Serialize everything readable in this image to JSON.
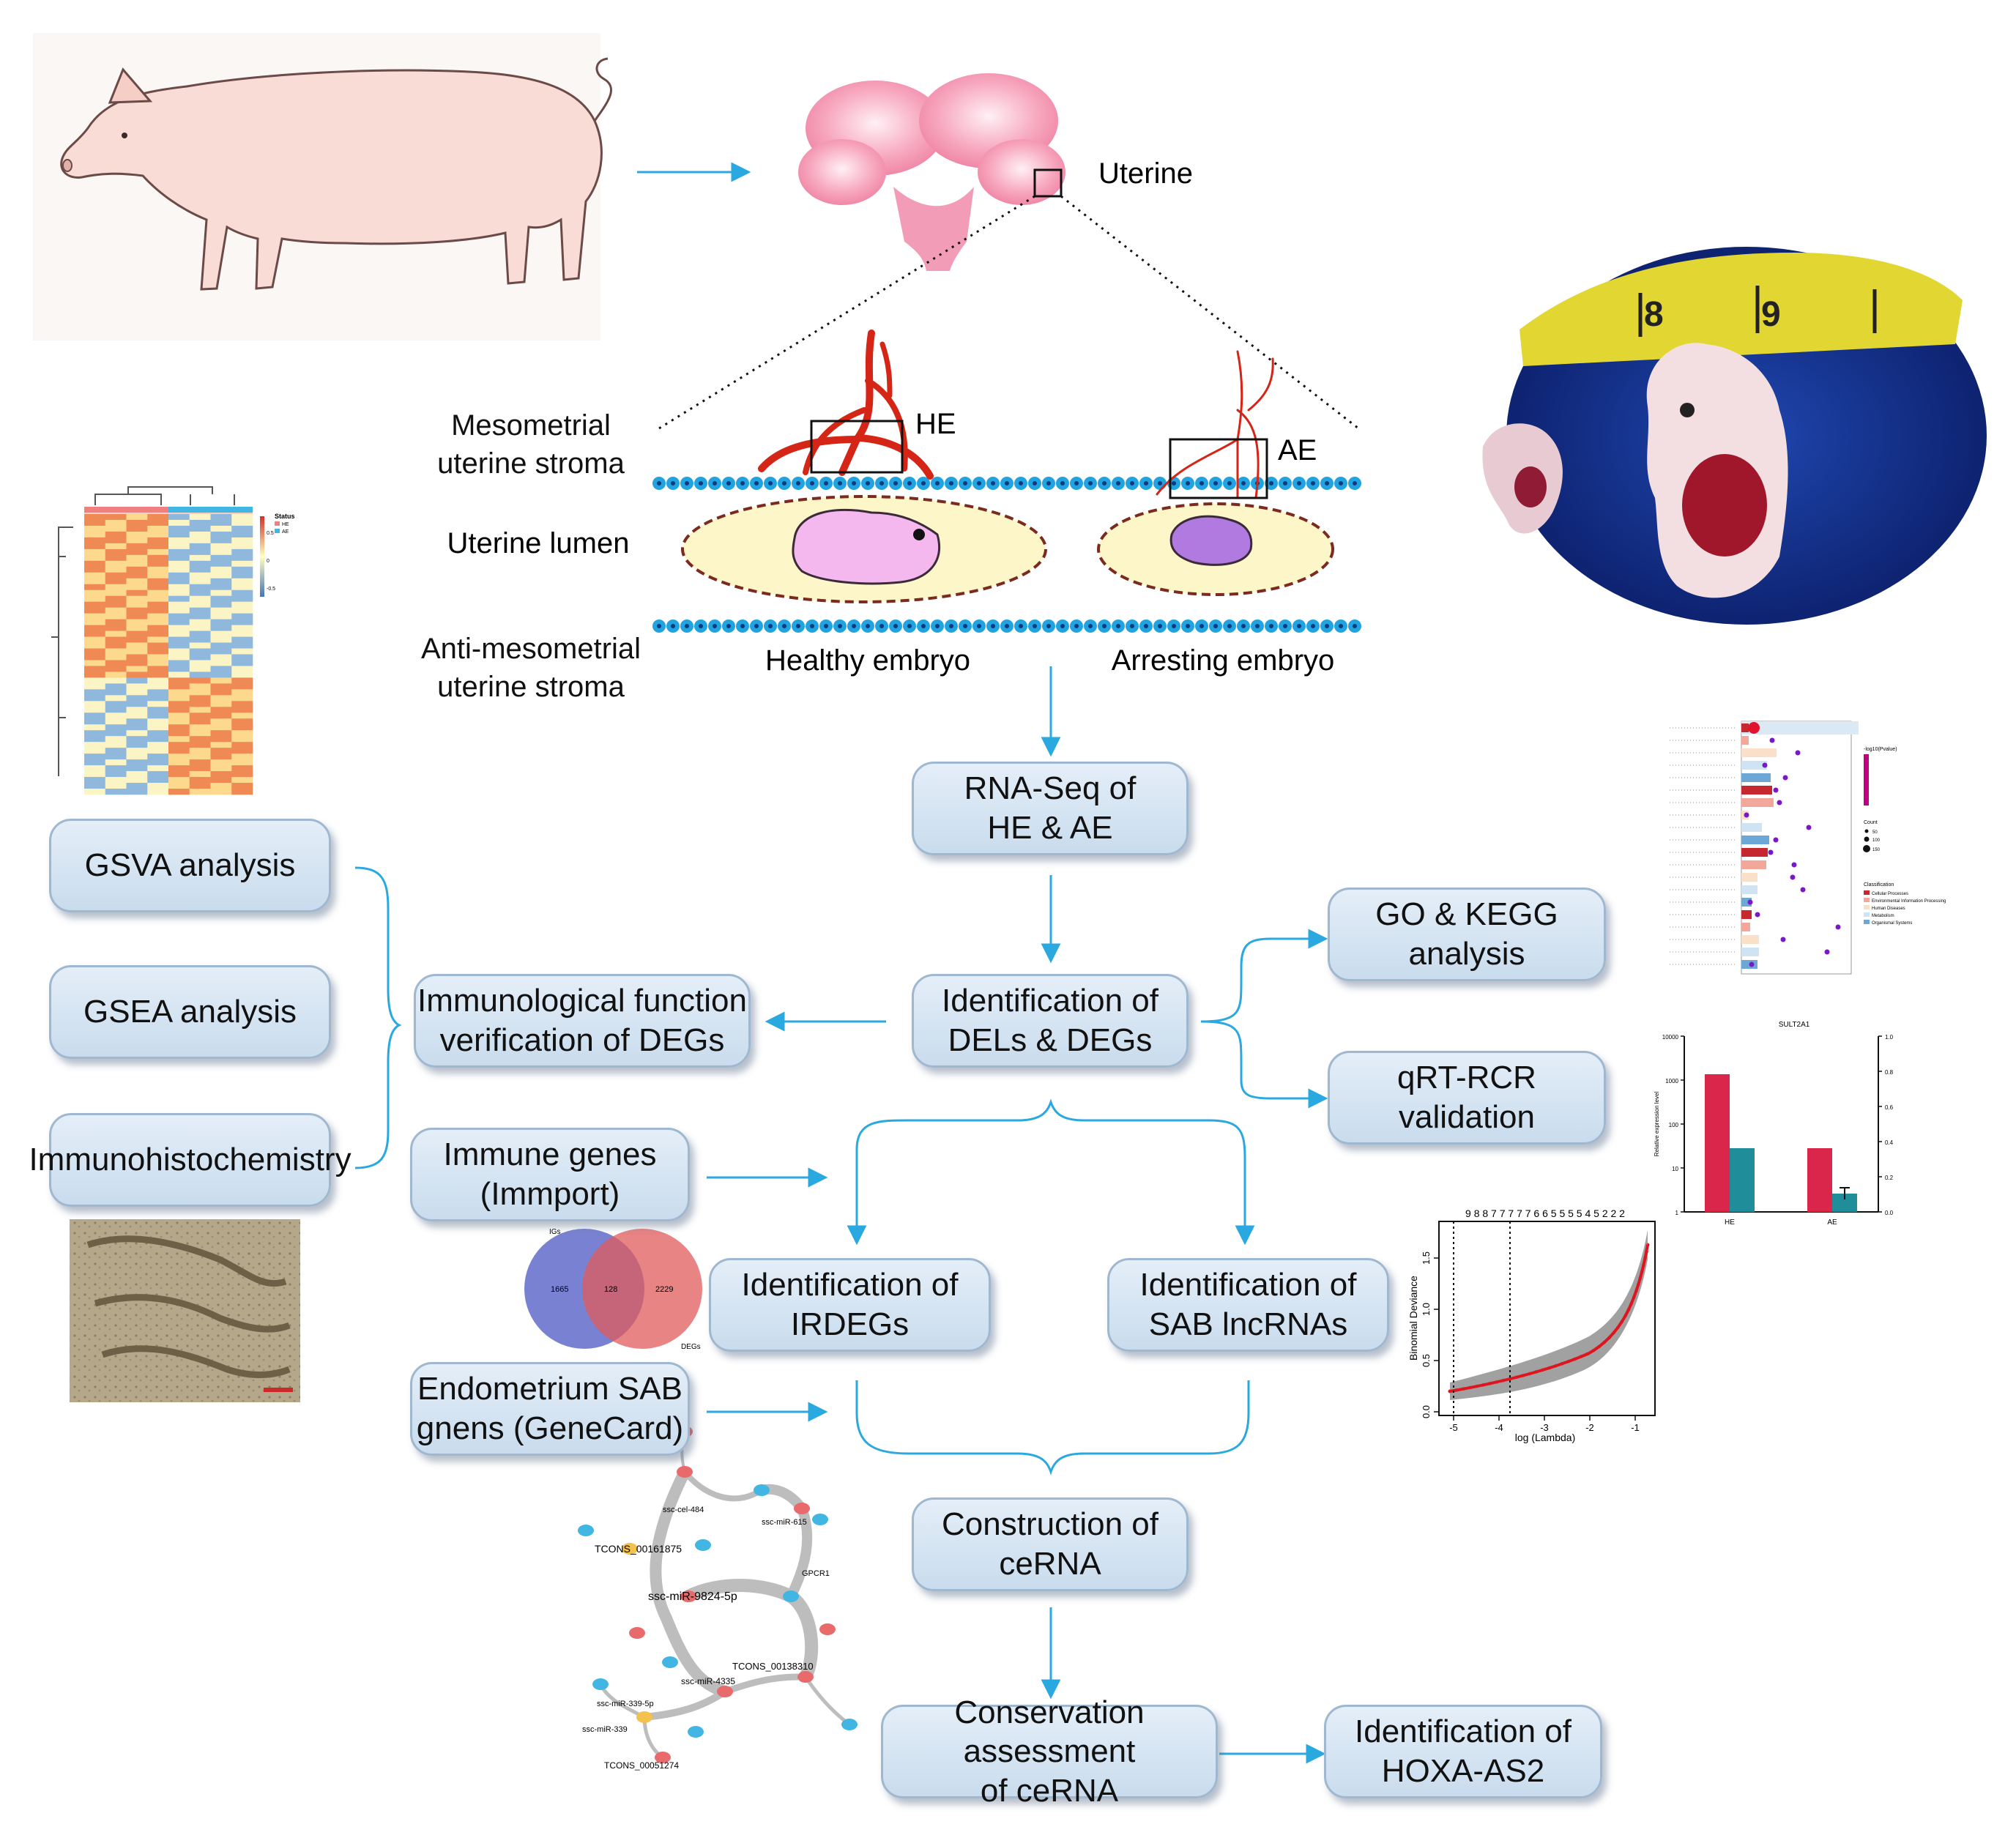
{
  "anatomy": {
    "uterine": "Uterine",
    "he": "HE",
    "ae": "AE",
    "mesometrial": "Mesometrial\nuterine stroma",
    "lumen": "Uterine lumen",
    "anti": "Anti-mesometrial\nuterine stroma",
    "healthy": "Healthy embryo",
    "arresting": "Arresting embryo",
    "ruler": [
      "8",
      "9"
    ]
  },
  "flow": {
    "rnaseq": "RNA-Seq of\nHE & AE",
    "identification": "Identification of\nDELs & DEGs",
    "go_kegg": "GO & KEGG\nanalysis",
    "qrt": "qRT-RCR validation",
    "immunological": "Immunological function\nverification of DEGs",
    "gsva": "GSVA analysis",
    "gsea": "GSEA analysis",
    "ihc": "Immunohistochemistry",
    "immune_genes": "Immune genes\n(Immport)",
    "irdegs": "Identification of\nIRDEGs",
    "sab": "Identification of\nSAB lncRNAs",
    "endometrium": "Endometrium SAB\ngnens (GeneCard)",
    "cerna": "Construction of\nceRNA",
    "conservation": "Conservation assessment\nof ceRNA",
    "hoxa": "Identification of\nHOXA-AS2"
  },
  "venn": {
    "left_label": "IGs",
    "right_label": "DEGs",
    "left": "1665",
    "both": "128",
    "right": "2229"
  },
  "lasso": {
    "top_counts": "9 8 8 7 7 7 7 7 6 6 5 5 5 5 4 5 2 2 2",
    "ylabel": "Binomial Deviance",
    "xlabel": "log (Lambda)",
    "xticks": [
      "-5",
      "-4",
      "-3",
      "-2",
      "-1"
    ],
    "yticks": [
      "0.0",
      "0.5",
      "1.0",
      "1.5"
    ]
  },
  "qpcr": {
    "title": "SULT2A1",
    "ylabel": "Relative expression level",
    "yticks": [
      "1",
      "10",
      "100",
      "1000",
      "10000"
    ],
    "y2ticks": [
      "0.0",
      "0.2",
      "0.4",
      "0.6",
      "0.8",
      "1.0"
    ],
    "xcats": [
      "HE",
      "AE"
    ]
  },
  "heatmap": {
    "legend_title": "Status",
    "legend_items": [
      "HE",
      "AE"
    ],
    "scale": [
      "0.5",
      "0",
      "-0.5"
    ]
  },
  "network": {
    "labels": [
      "ssc-miR-9824-5p",
      "TCONS_00161875",
      "TCONS_00138310",
      "TCONS_00051274",
      "ssc-miR-4335",
      "ssc-miR-339-5p",
      "ssc-miR-339",
      "ssc-cel-484",
      "ssc-miR-615",
      "GPCR1"
    ]
  },
  "kegg": {
    "count_title": "Count",
    "count_values": [
      "50",
      "100",
      "150"
    ],
    "pval_title": "-log10(Pvalue)",
    "class_title": "Classification",
    "class_items": [
      "Cellular Processes",
      "Environmental Information Processing",
      "Human Diseases",
      "Metabolism",
      "Organismal Systems"
    ]
  },
  "colors": {
    "arrow": "#2aa8e0",
    "vessel": "#d52516",
    "healthy_embryo": "#f4b8ef",
    "arrest_embryo": "#b07ae0",
    "cell": "#21a3e0",
    "box_fill": "#d6e5f2",
    "lasso_curve": "#e0141e",
    "bar_red": "#d9264a",
    "bar_teal": "#1f8e9a"
  }
}
